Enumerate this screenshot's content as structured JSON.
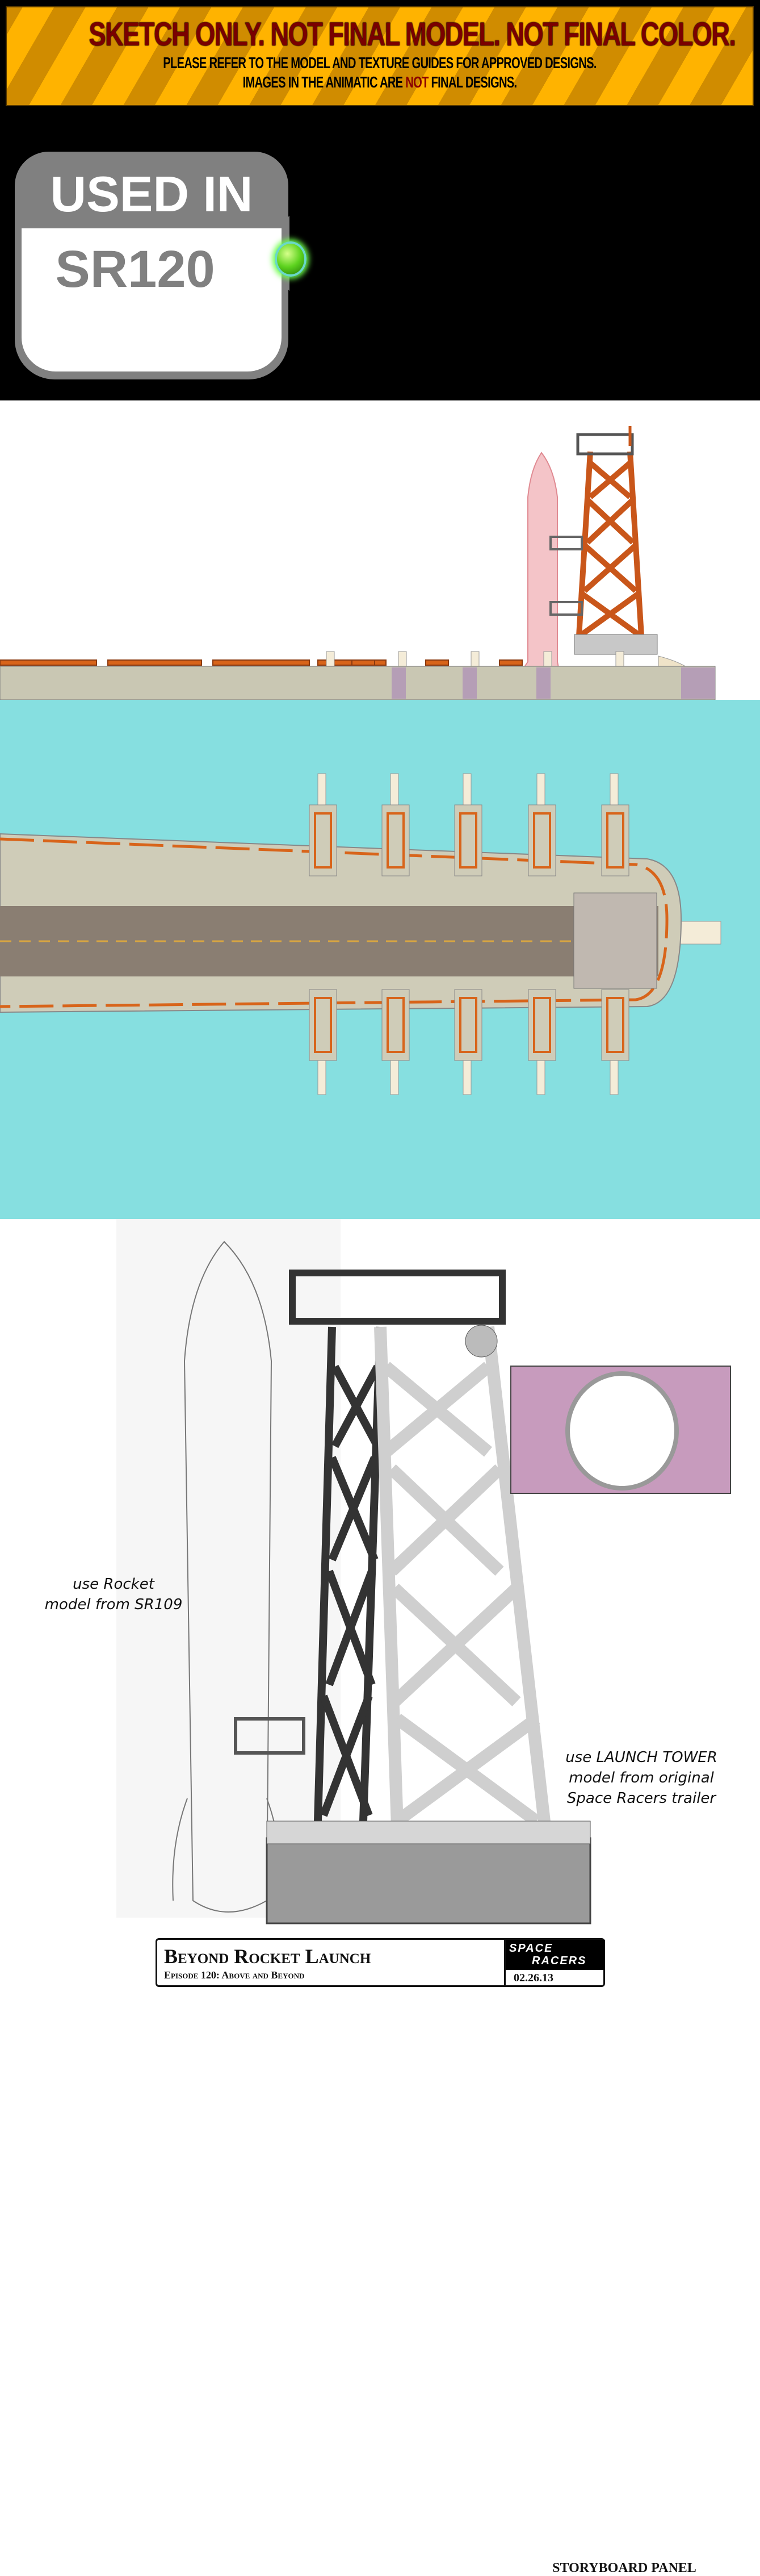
{
  "banner": {
    "headline": "SKETCH ONLY.   NOT FINAL MODEL.   NOT FINAL COLOR.",
    "line2": "PLEASE REFER TO THE MODEL AND TEXTURE GUIDES FOR APPROVED DESIGNS.",
    "line3_pre": "IMAGES IN THE ANIMATIC ARE ",
    "line3_red": "NOT",
    "line3_post": " FINAL DESIGNS."
  },
  "badge": {
    "header": "USED IN",
    "code": "SR120",
    "indicator": "green-led-icon"
  },
  "sketch": {
    "storyboard_label": "STORYBOARD PANEL",
    "rocket_note_1": "use Rocket",
    "rocket_note_2": "model from SR109",
    "tower_note_1": "use LAUNCH TOWER",
    "tower_note_2": "model from original",
    "tower_note_3": "Space Racers trailer"
  },
  "title_block": {
    "title": "Beyond Rocket Launch",
    "episode": "Episode 120: Above and Beyond",
    "logo_line1": "SPACE",
    "logo_line2": "RACERS",
    "date": "02.26.13"
  },
  "colors": {
    "banner_orange": "#ffb300",
    "banner_red": "#7a0000",
    "water": "#86dfe0",
    "tower_orange": "#d8641a",
    "pier": "#cfccb8",
    "runway": "#8a7e72"
  }
}
